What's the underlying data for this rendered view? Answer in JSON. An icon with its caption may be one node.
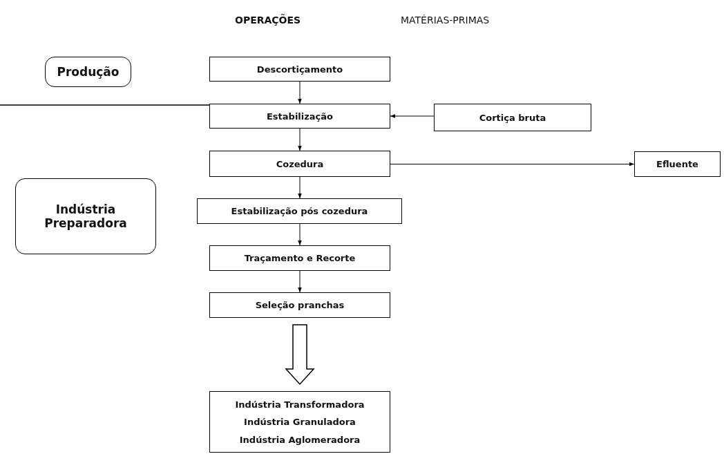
{
  "diagram": {
    "nodes": [
      {
        "text": [
          "Produção"
        ]
      },
      {
        "text": [
          "Descortiçamento"
        ]
      },
      {
        "text": [
          "Estabilização"
        ]
      },
      {
        "text": [
          "Cortiça bruta"
        ]
      },
      {
        "text": [
          "Cozedura"
        ]
      },
      {
        "text": [
          "Efluente"
        ]
      },
      {
        "text": [
          "Indústria Preparadora"
        ]
      },
      {
        "text": [
          "Estabilização pós cozedura"
        ]
      },
      {
        "text": [
          "Traçamento e Recorte"
        ]
      },
      {
        "text": [
          "Seleção pranchas"
        ]
      },
      {
        "text": [
          "Indústria Transformadora",
          "Indústria Granuladora",
          "Indústria Aglomeradora"
        ]
      }
    ],
    "edges": [
      {
        "from": 1,
        "to": 2,
        "arrow": "to"
      },
      {
        "from": 3,
        "to": 2,
        "arrow": "to"
      },
      {
        "from": 2,
        "to": 4,
        "arrow": "to"
      },
      {
        "from": 4,
        "to": 5,
        "arrow": "to"
      },
      {
        "from": 4,
        "to": 7,
        "arrow": "to"
      },
      {
        "from": 7,
        "to": 8,
        "arrow": "to"
      },
      {
        "from": 8,
        "to": 9,
        "arrow": "to"
      },
      {
        "from": 9,
        "to": 10,
        "arrow": "to",
        "style": "thick"
      }
    ],
    "labels": [
      "OPERAÇÕES",
      "MATÉRIAS-PRIMAS"
    ]
  }
}
